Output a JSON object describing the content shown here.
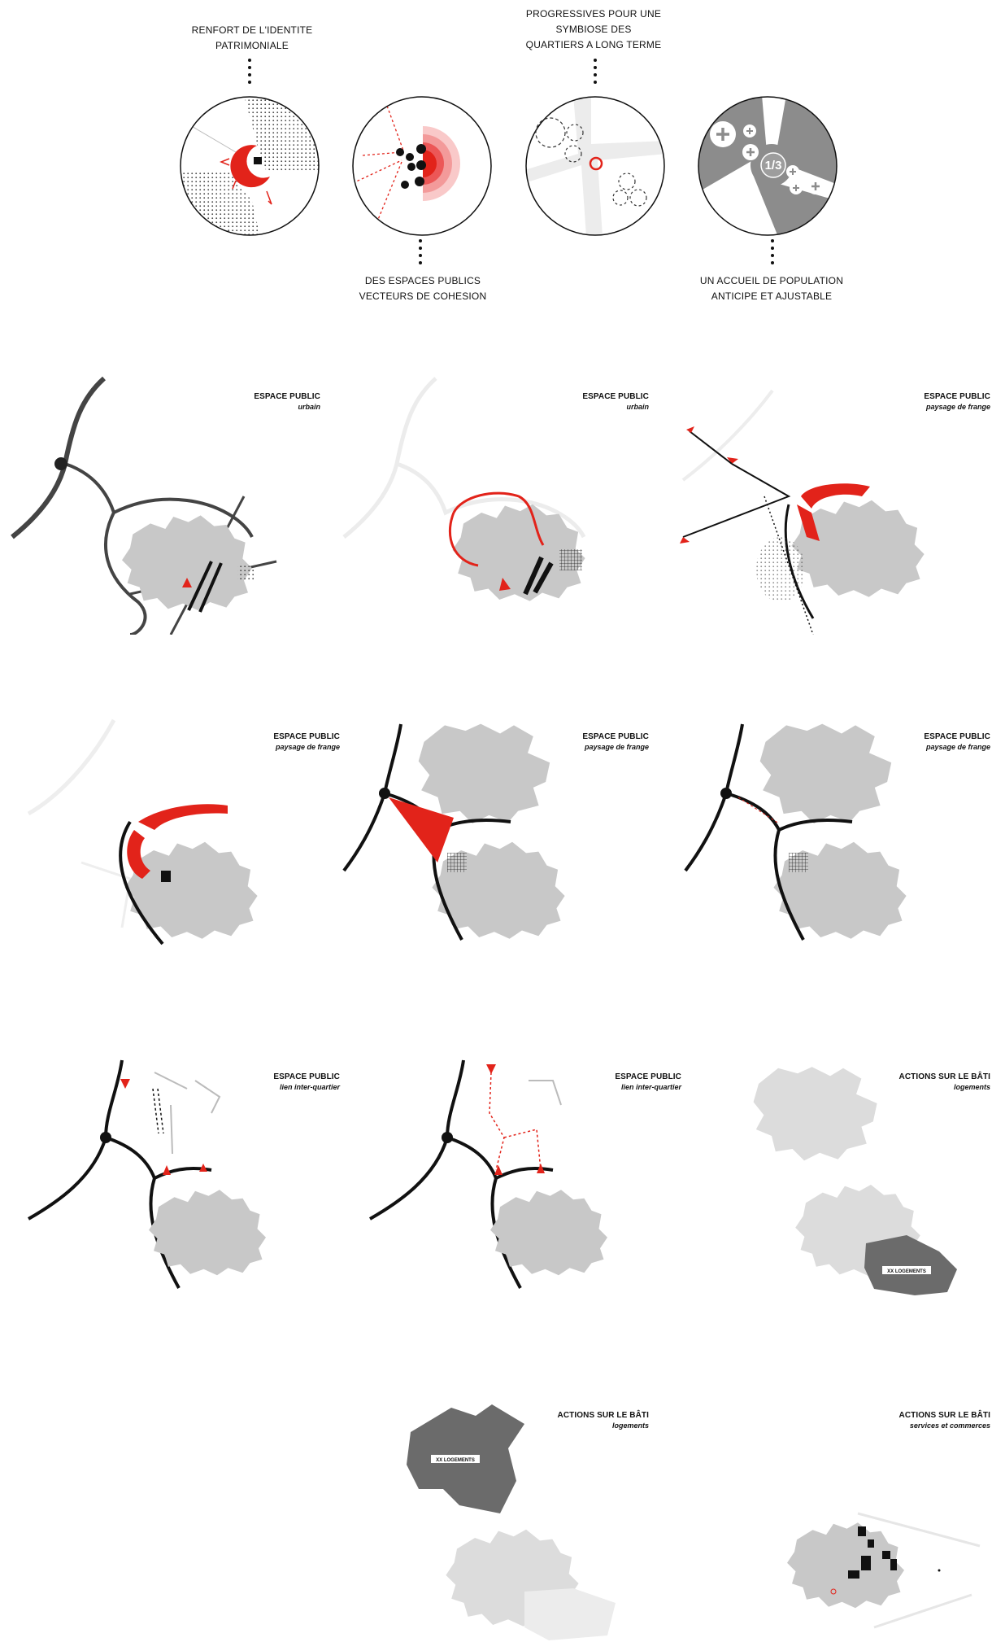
{
  "strategy": {
    "patrimoine": {
      "line1": "RENFORT DE l'IDENTITE",
      "line2": "PATRIMONIALE"
    },
    "cohesion": {
      "line1": "DES ESPACES PUBLICS",
      "line2": "VECTEURS DE COHESION"
    },
    "symbiose": {
      "line1": "PROGRESSIVES POUR UNE",
      "line2": "SYMBIOSE DES",
      "line3": "QUARTIERS A LONG TERME"
    },
    "population": {
      "line1": "UN ACCUEIL DE POPULATION",
      "line2": "ANTICIPE ET AJUSTABLE",
      "fraction": "1/3"
    }
  },
  "panels": [
    {
      "title": "ESPACE PUBLIC",
      "subtitle": "urbain"
    },
    {
      "title": "ESPACE PUBLIC",
      "subtitle": "urbain"
    },
    {
      "title": "ESPACE PUBLIC",
      "subtitle": "paysage de frange"
    },
    {
      "title": "ESPACE PUBLIC",
      "subtitle": "paysage de frange"
    },
    {
      "title": "ESPACE PUBLIC",
      "subtitle": "paysage de frange"
    },
    {
      "title": "ESPACE PUBLIC",
      "subtitle": "paysage de frange"
    },
    {
      "title": "ESPACE PUBLIC",
      "subtitle": "lien inter-quartier"
    },
    {
      "title": "ESPACE PUBLIC",
      "subtitle": "lien inter-quartier"
    },
    {
      "title": "ACTIONS SUR LE BÂTI",
      "subtitle": "logements",
      "zone_label": "XX LOGEMENTS"
    },
    {
      "title": "ACTIONS SUR LE BÂTI",
      "subtitle": "logements",
      "zone_label": "XX LOGEMENTS"
    },
    {
      "title": "ACTIONS SUR LE BÂTI",
      "subtitle": "services et commerces"
    }
  ],
  "colors": {
    "accent": "#e2231a",
    "block": "#c8c8c8",
    "faint": "#e6e6e6",
    "dark_zone": "#6b6b6b",
    "ink": "#111111"
  }
}
